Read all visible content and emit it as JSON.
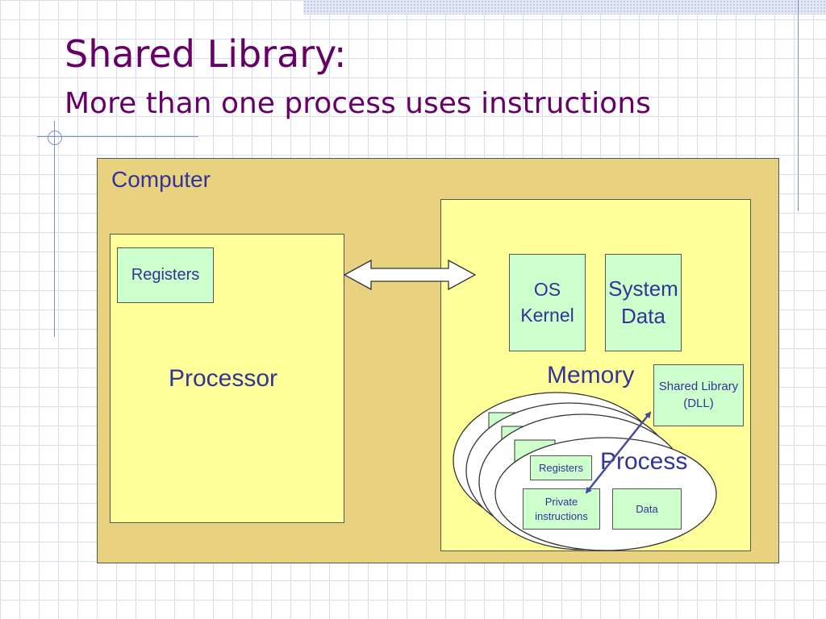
{
  "slide": {
    "title": "Shared Library:",
    "subtitle": "More than one process uses instructions"
  },
  "diagram": {
    "computer_label": "Computer",
    "processor": {
      "label": "Processor",
      "registers_label": "Registers"
    },
    "memory": {
      "label": "Memory",
      "os_kernel_line1": "OS",
      "os_kernel_line2": "Kernel",
      "system_data_line1": "System",
      "system_data_line2": "Data",
      "shared_library_line1": "Shared Library",
      "shared_library_line2": "(DLL)"
    },
    "process": {
      "label": "Process",
      "registers_label": "Registers",
      "private_instructions_line1": "Private",
      "private_instructions_line2": "instructions",
      "data_label": "Data"
    }
  },
  "colors": {
    "title": "#660066",
    "label": "#333399",
    "computer_fill": "#e8d17f",
    "processor_memory_fill": "#ffff99",
    "component_fill": "#ccffcc",
    "arrow": "#4a4a99"
  }
}
